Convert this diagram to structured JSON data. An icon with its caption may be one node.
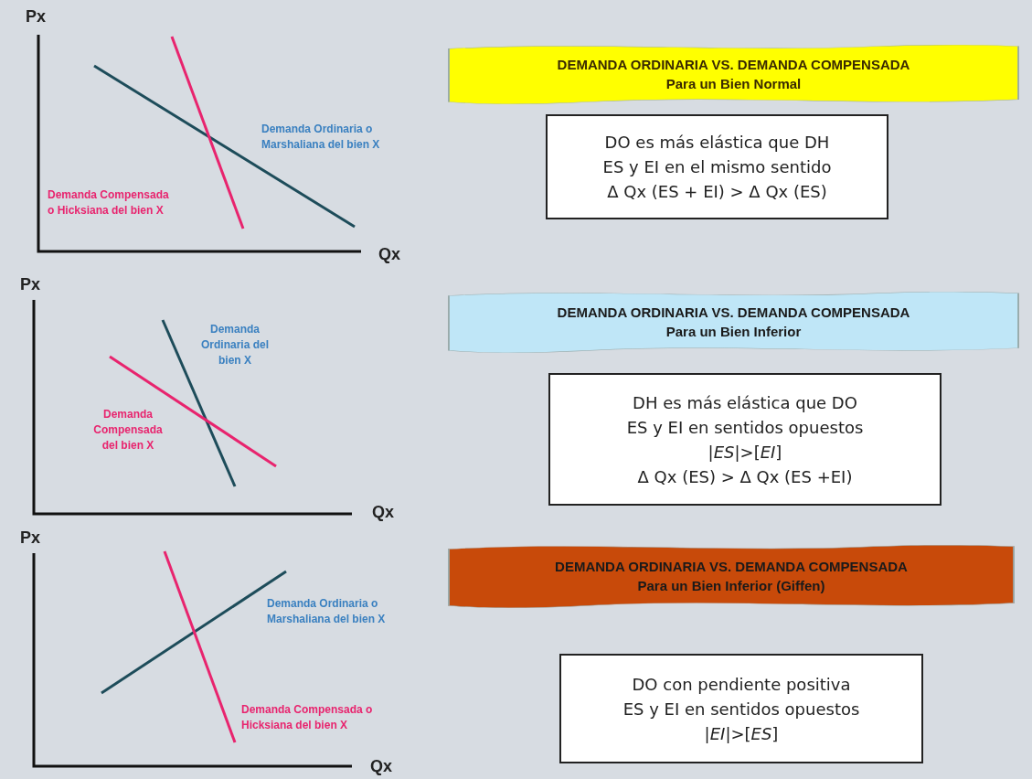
{
  "diagram": {
    "nodes": [
      {
        "text": [
          "DEMANDA ORDINARIA VS. DEMANDA COMPENSADA",
          "Para un Bien Normal"
        ]
      },
      {
        "text": [
          "DO es más elástica que DH",
          "ES y EI en el mismo sentido",
          "Δ Qx (ES + EI) > Δ Qx (ES)"
        ]
      },
      {
        "text": [
          "DEMANDA ORDINARIA VS. DEMANDA COMPENSADA",
          "Para un Bien Inferior"
        ]
      },
      {
        "text": [
          "DH es más elástica que DO",
          "ES y EI en sentidos opuestos",
          "|*ES*|>[*EI*]",
          "Δ Qx (ES) > Δ Qx (ES +EI)"
        ]
      },
      {
        "text": [
          "DEMANDA ORDINARIA VS. DEMANDA COMPENSADA",
          "Para un Bien Inferior (Giffen)"
        ]
      },
      {
        "text": [
          "DO con pendiente positiva",
          "ES y EI en sentidos opuestos",
          "|*EI*|>[*ES*]"
        ]
      }
    ],
    "labels": [
      "Px",
      "Demanda Ordinaria o Marshaliana del bien X",
      "Demanda Compensada o Hicksiana del bien X",
      "Qx",
      "Px",
      "Demanda Ordinaria del bien X",
      "Demanda Compensada del bien X",
      "Qx",
      "Px",
      "Demanda Ordinaria o Marshaliana del bien X",
      "Demanda Compensada o Hicksiana del bien X",
      "Qx"
    ]
  }
}
